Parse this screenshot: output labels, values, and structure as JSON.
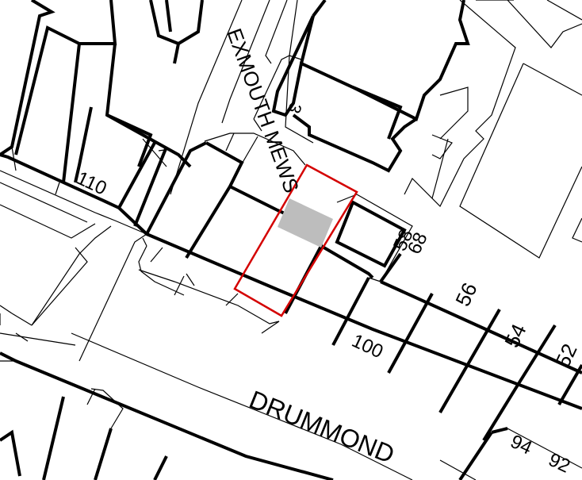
{
  "map": {
    "streets": {
      "exmouth_mews": "EXMOUTH MEWS",
      "drummond": "DRUMMOND"
    },
    "house_numbers": {
      "n3": "3",
      "n110": "110",
      "n100": "100",
      "n58": "58",
      "n68": "68",
      "n56": "56",
      "n54": "54",
      "n52": "52",
      "n94": "94",
      "n92": "92"
    },
    "colors": {
      "site_boundary": "#d40000",
      "highlight_fill": "#bdbdbd",
      "building_outline": "#000000",
      "background": "#ffffff"
    }
  }
}
